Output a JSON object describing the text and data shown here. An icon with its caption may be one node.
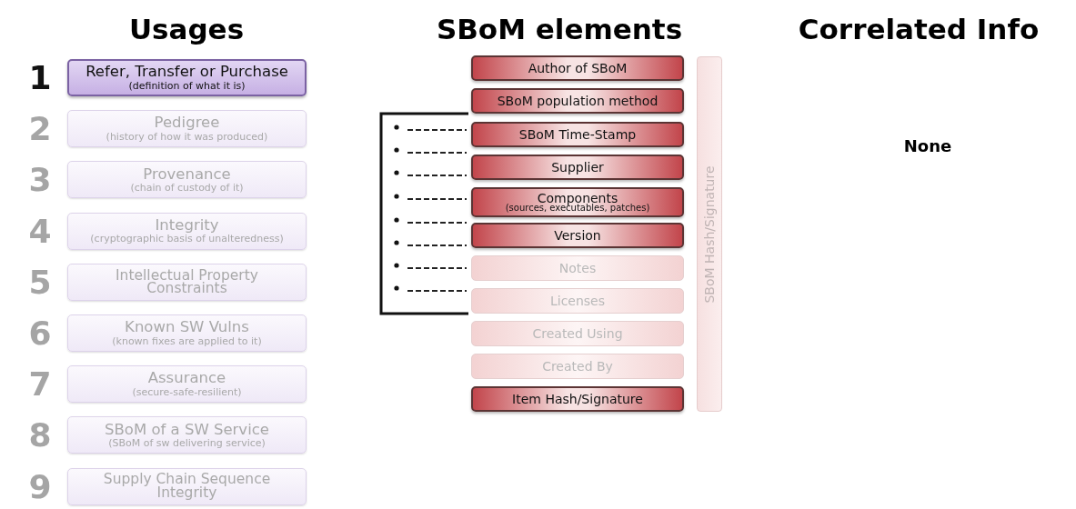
{
  "diagram": {
    "nodes": [
      {
        "text": [
          "Refer, Transfer or Purchase",
          "(definition of what it is)"
        ],
        "beside": [
          "1"
        ]
      },
      {
        "text": [
          "Pedigree",
          "(history of how it was produced)"
        ],
        "beside": [
          "2"
        ]
      },
      {
        "text": [
          "Provenance",
          "(chain of custody of it)"
        ],
        "beside": [
          "3"
        ]
      },
      {
        "text": [
          "Integrity",
          "(cryptographic basis of unalteredness)"
        ],
        "beside": [
          "4"
        ]
      },
      {
        "text": [
          "Intellectual Property Constraints"
        ],
        "beside": [
          "5"
        ]
      },
      {
        "text": [
          "Known SW Vulns",
          "(known fixes are applied to it)"
        ],
        "beside": [
          "6"
        ]
      },
      {
        "text": [
          "Assurance",
          "(secure-safe-resilient)"
        ],
        "beside": [
          "7"
        ]
      },
      {
        "text": [
          "SBoM of a SW Service",
          "(SBoM of sw delivering service)"
        ],
        "beside": [
          "8"
        ]
      },
      {
        "text": [
          "Supply Chain Sequence Integrity"
        ],
        "beside": [
          "9"
        ]
      },
      {
        "text": [
          "Author of SBoM"
        ]
      },
      {
        "text": [
          "SBoM population method"
        ]
      },
      {
        "text": [
          "SBoM Time-Stamp"
        ]
      },
      {
        "text": [
          "Supplier"
        ]
      },
      {
        "text": [
          "Components",
          "(sources, executables, patches)"
        ]
      },
      {
        "text": [
          "Version"
        ]
      },
      {
        "text": [
          "Notes"
        ]
      },
      {
        "text": [
          "Licenses"
        ]
      },
      {
        "text": [
          "Created Using"
        ]
      },
      {
        "text": [
          "Created By"
        ]
      },
      {
        "text": [
          "Item Hash/Signature"
        ]
      },
      {
        "text": [
          "SBoM Hash/Signature"
        ]
      }
    ],
    "labels": [
      "Usages",
      "SBoM elements",
      "Correlated Info",
      "None"
    ]
  }
}
